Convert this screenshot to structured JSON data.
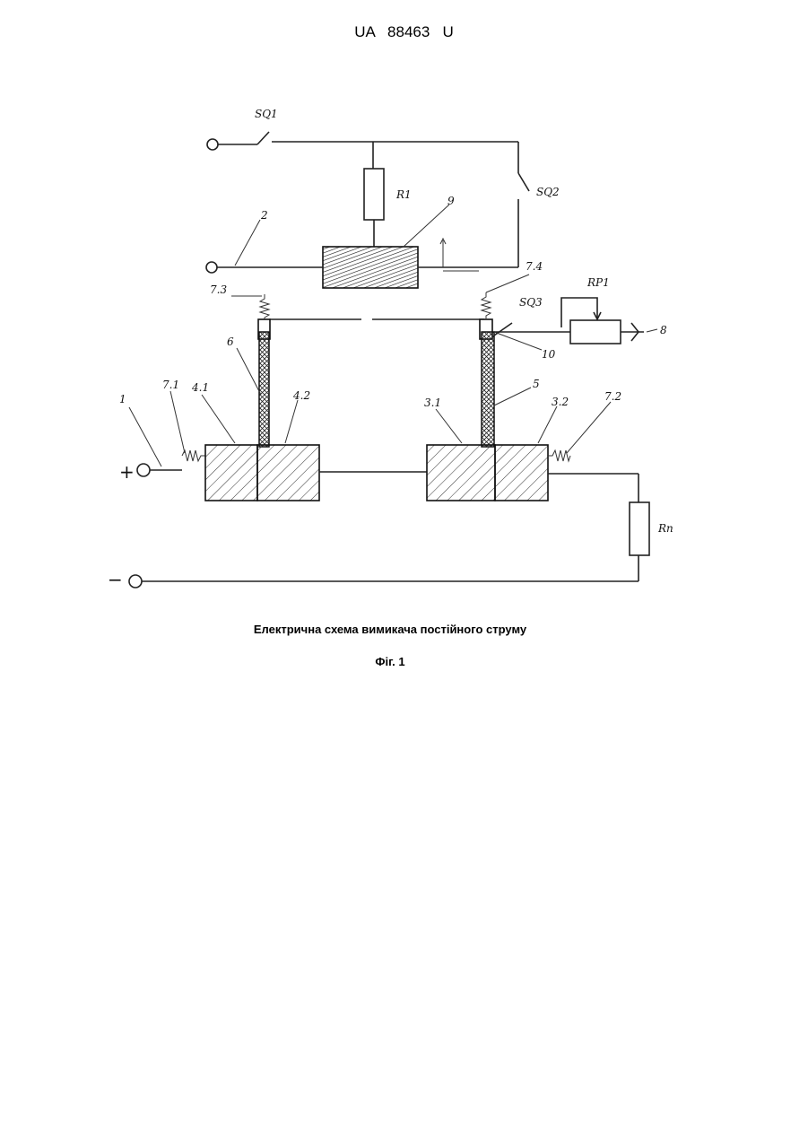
{
  "header": {
    "text": "UA   88463   U"
  },
  "labels": {
    "sq1": "SQ1",
    "sq2": "SQ2",
    "sq3": "SQ3",
    "r1": "R1",
    "rp1": "RP1",
    "rn": "Rn",
    "n9": "9",
    "n2": "2",
    "n73": "7.3",
    "n74": "7.4",
    "n8": "8",
    "n10": "10",
    "n6": "6",
    "n5": "5",
    "n1": "1",
    "n71": "7.1",
    "n41": "4.1",
    "n42": "4.2",
    "n31": "3.1",
    "n32": "3.2",
    "n72": "7.2",
    "plus": "+",
    "minus": "−"
  },
  "caption": {
    "main": "Електрична схема вимикача постійного струму",
    "figure": "Фіг. 1"
  }
}
